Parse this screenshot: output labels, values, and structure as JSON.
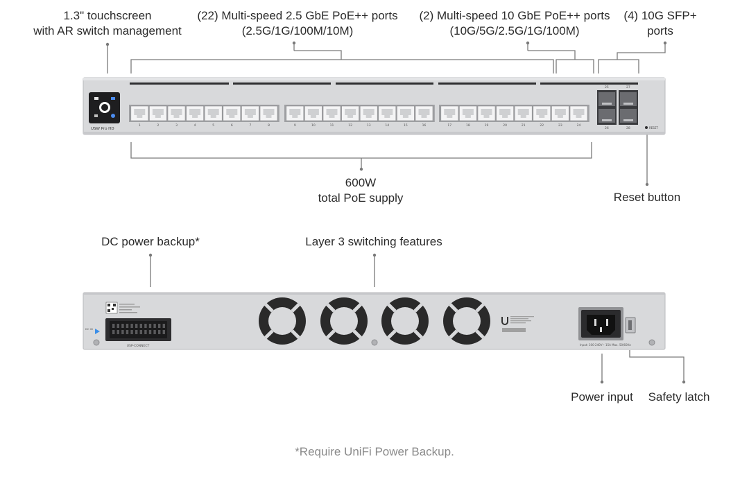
{
  "front": {
    "touchscreen": {
      "line1": "1.3\" touchscreen",
      "line2": "with AR switch management"
    },
    "ports_2_5g": {
      "line1": "(22) Multi-speed 2.5 GbE PoE++ ports",
      "line2": "(2.5G/1G/100M/10M)"
    },
    "ports_10g": {
      "line1": "(2) Multi-speed 10 GbE PoE++ ports",
      "line2": "(10G/5G/2.5G/1G/100M)"
    },
    "sfp": {
      "line1": "(4) 10G SFP+",
      "line2": "ports"
    },
    "poe_supply": {
      "line1": "600W",
      "line2": "total PoE supply"
    },
    "reset": "Reset button",
    "model_badge": "USW Pro HD",
    "reset_small": "RESET",
    "port_numbers": [
      "1",
      "2",
      "3",
      "4",
      "5",
      "6",
      "7",
      "8",
      "9",
      "10",
      "11",
      "12",
      "13",
      "14",
      "15",
      "16",
      "17",
      "18",
      "19",
      "20",
      "21",
      "22",
      "23",
      "24"
    ],
    "sfp_numbers": [
      "25",
      "27",
      "26",
      "28"
    ]
  },
  "rear": {
    "dc_backup": "DC power backup*",
    "layer3": "Layer 3 switching features",
    "power_input": "Power input",
    "safety_latch": "Safety latch",
    "dc_connector_caption": "USP-CONNECT",
    "power_spec": "Input: 100-240V~ 15A Max. 50/60Hz",
    "dc_side_label": "DC IN"
  },
  "footnote": "*Require UniFi Power Backup.",
  "colors": {
    "chassis": "#d8d9db",
    "chassis_edge": "#b9babd",
    "line": "#7a7a7a",
    "fan": "#2a2a2a"
  }
}
